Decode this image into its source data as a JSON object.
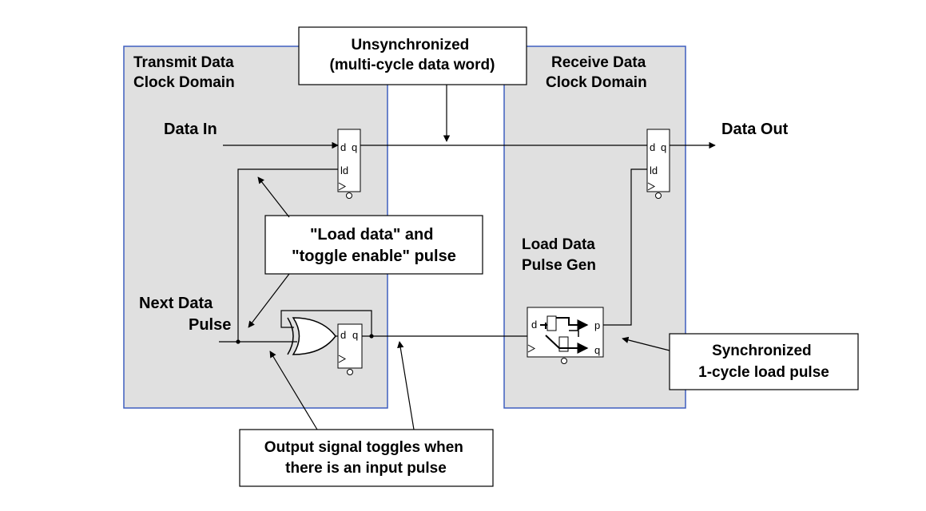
{
  "colors": {
    "domain_fill": "#e0e0e0",
    "domain_border": "#3f5fbf",
    "line": "#000000",
    "callout_fill": "#ffffff"
  },
  "domains": {
    "transmit": [
      "Transmit Data",
      "Clock Domain"
    ],
    "receive": [
      "Receive Data",
      "Clock Domain"
    ]
  },
  "signals": {
    "data_in": "Data In",
    "data_out": "Data Out",
    "next_data_pulse": [
      "Next Data",
      "Pulse"
    ],
    "pulse_gen": [
      "Load Data",
      "Pulse Gen"
    ]
  },
  "callouts": {
    "unsynchronized": [
      "Unsynchronized",
      "(multi-cycle data word)"
    ],
    "load_data": [
      "\"Load data\" and",
      "\"toggle enable\" pulse"
    ],
    "synchronized": [
      "Synchronized",
      "1-cycle load pulse"
    ],
    "output_toggles": [
      "Output signal toggles when",
      "there is an input pulse"
    ]
  },
  "pins": {
    "d": "d",
    "q": "q",
    "ld": "ld",
    "p": "p"
  }
}
